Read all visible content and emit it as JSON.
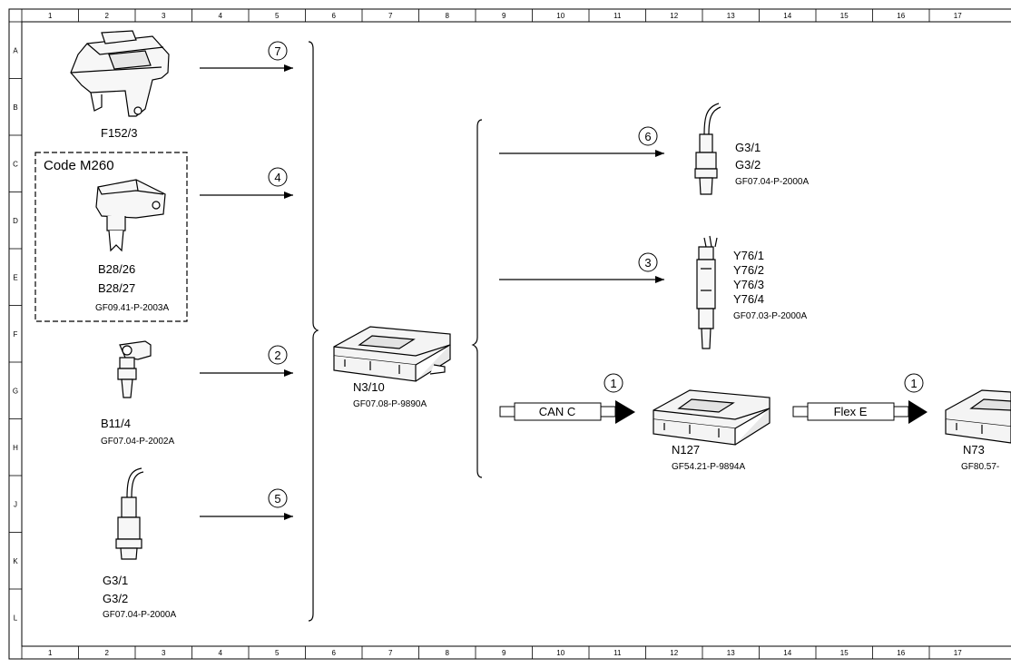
{
  "grid": {
    "columns": [
      "1",
      "2",
      "3",
      "4",
      "5",
      "6",
      "7",
      "8",
      "9",
      "10",
      "11",
      "12",
      "13",
      "14",
      "15",
      "16",
      "17"
    ],
    "rows": [
      "A",
      "B",
      "C",
      "D",
      "E",
      "F",
      "G",
      "H",
      "J",
      "K",
      "L"
    ]
  },
  "components": {
    "f152": {
      "label": "F152/3"
    },
    "b28": {
      "option_label": "Code M260",
      "label_1": "B28/26",
      "label_2": "B28/27",
      "ref": "GF09.41-P-2003A"
    },
    "b11": {
      "label": "B11/4",
      "ref": "GF07.04-P-2002A"
    },
    "g3_left": {
      "label_1": "G3/1",
      "label_2": "G3/2",
      "ref": "GF07.04-P-2000A"
    },
    "n3": {
      "label": "N3/10",
      "ref": "GF07.08-P-9890A"
    },
    "g3_right": {
      "label_1": "G3/1",
      "label_2": "G3/2",
      "ref": "GF07.04-P-2000A"
    },
    "y76": {
      "label_1": "Y76/1",
      "label_2": "Y76/2",
      "label_3": "Y76/3",
      "label_4": "Y76/4",
      "ref": "GF07.03-P-2000A"
    },
    "n127": {
      "label": "N127",
      "ref": "GF54.21-P-9894A"
    },
    "n73": {
      "label": "N73",
      "ref": "GF80.57-"
    }
  },
  "signals": {
    "s7": "7",
    "s4": "4",
    "s2": "2",
    "s5": "5",
    "s6": "6",
    "s3": "3",
    "s1a": "1",
    "s1b": "1"
  },
  "buses": {
    "can": "CAN C",
    "flex": "Flex E"
  },
  "colors": {
    "line": "#000000",
    "background": "#ffffff",
    "component_fill": "#f4f4f4"
  }
}
